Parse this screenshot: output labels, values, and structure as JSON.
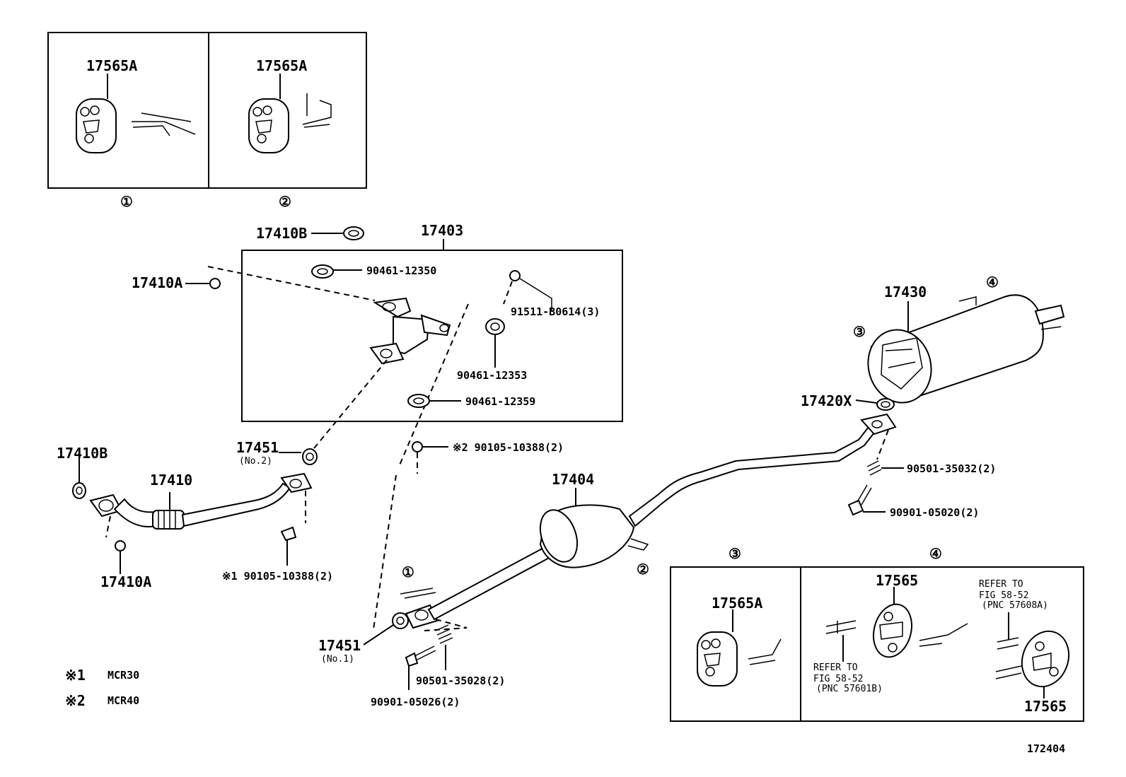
{
  "labels": {
    "p17565A_1": "17565A",
    "p17565A_2": "17565A",
    "view1": "①",
    "view2": "②",
    "p17410B_top": "17410B",
    "p17403": "17403",
    "p90461_12350": "90461-12350",
    "p17410A_top": "17410A",
    "p91511": "91511-B0614(3)",
    "p90461_12353": "90461-12353",
    "p90461_12359": "90461-12359",
    "p90105_2": "※2 90105-10388(2)",
    "p17451_no2": "17451",
    "no2": "(No.2)",
    "p17410B_left": "17410B",
    "p17410": "17410",
    "p17410A_bot": "17410A",
    "p90105_1": "※1  90105-10388(2)",
    "p17404": "17404",
    "mark1": "①",
    "mark2": "②",
    "p17451_no1": "17451",
    "no1": "(No.1)",
    "p90501_35028": "90501-35028(2)",
    "p90901_05026": "90901-05026(2)",
    "p17430": "17430",
    "mark3_top": "③",
    "mark4_top": "④",
    "p17420X": "17420X",
    "p90501_35032": "90501-35032(2)",
    "p90901_05020": "90901-05020(2)",
    "view3": "③",
    "view4": "④",
    "p17565A_3": "17565A",
    "p17565_a": "17565",
    "p17565_b": "17565",
    "refer_a1": "REFER TO",
    "refer_a2": "FIG 58-52",
    "refer_a3": "(PNC 57608A)",
    "refer_b1": "REFER TO",
    "refer_b2": "FIG 58-52",
    "refer_b3": "(PNC 57601B)",
    "note1_mark": "※1",
    "note1_text": "MCR30",
    "note2_mark": "※2",
    "note2_text": "MCR40",
    "fig_no": "172404"
  }
}
